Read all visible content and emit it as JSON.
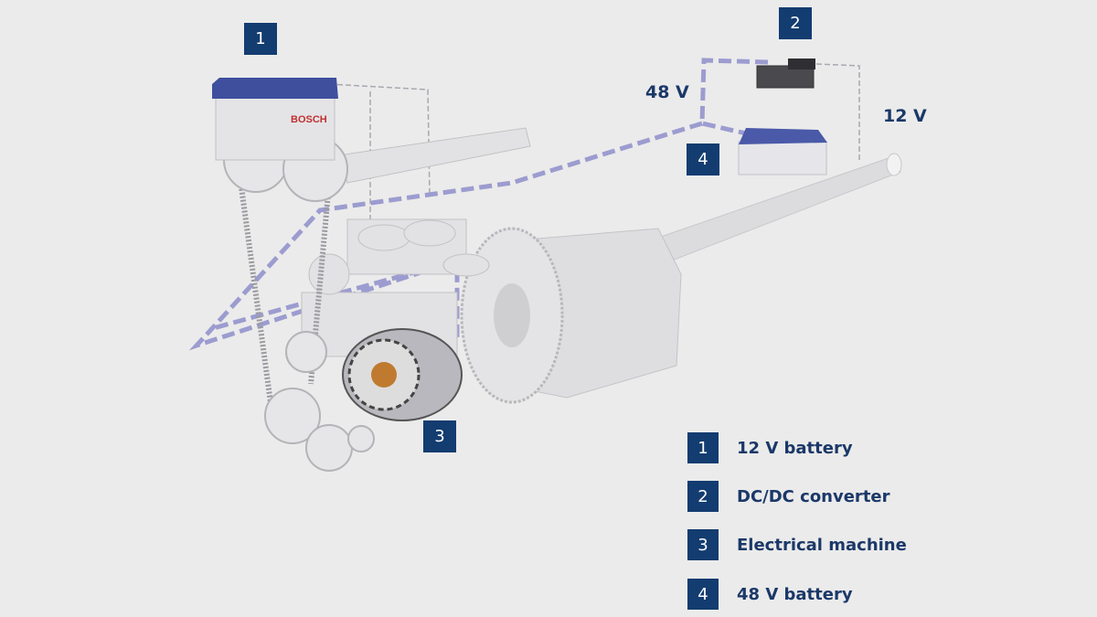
{
  "colors": {
    "badge": "#133c70",
    "text": "#1b3868",
    "background": "#ebebeb",
    "wire_48v": "#9c9cd0",
    "wire_12v": "#a0a0a8"
  },
  "callouts": [
    {
      "number": "1"
    },
    {
      "number": "2"
    },
    {
      "number": "3"
    },
    {
      "number": "4"
    }
  ],
  "voltage_labels": {
    "high": "48 V",
    "low": "12 V"
  },
  "battery_brand": "BOSCH",
  "legend": [
    {
      "number": "1",
      "label": "12 V battery"
    },
    {
      "number": "2",
      "label": "DC/DC converter"
    },
    {
      "number": "3",
      "label": "Electrical machine"
    },
    {
      "number": "4",
      "label": "48 V battery"
    }
  ]
}
